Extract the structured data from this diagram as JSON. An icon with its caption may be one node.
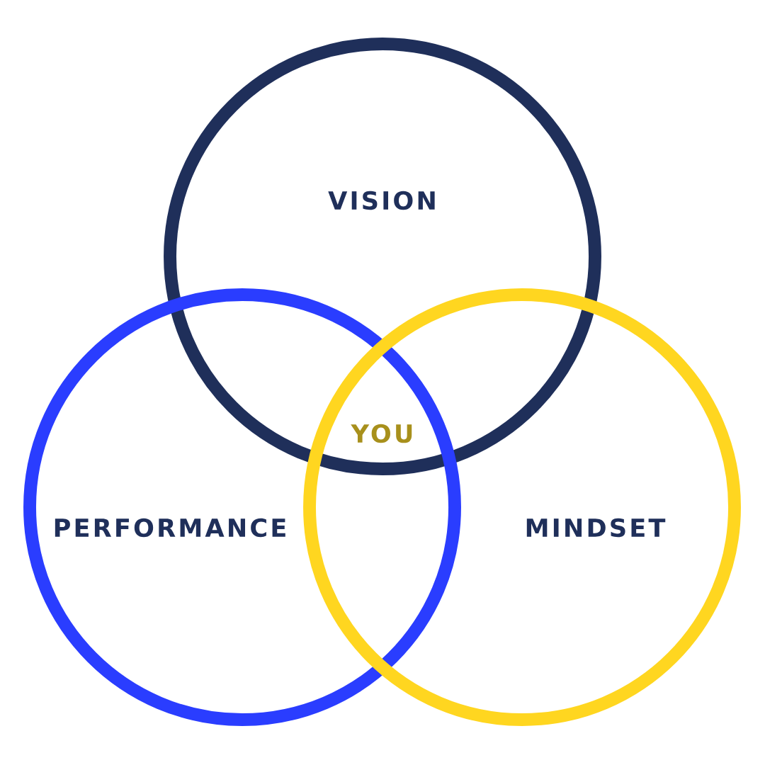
{
  "diagram": {
    "nodes": [
      {
        "text": [
          "VISION"
        ]
      },
      {
        "text": [
          "PERFORMANCE"
        ]
      },
      {
        "text": [
          "MINDSET"
        ]
      }
    ],
    "labels": [
      "YOU"
    ]
  }
}
